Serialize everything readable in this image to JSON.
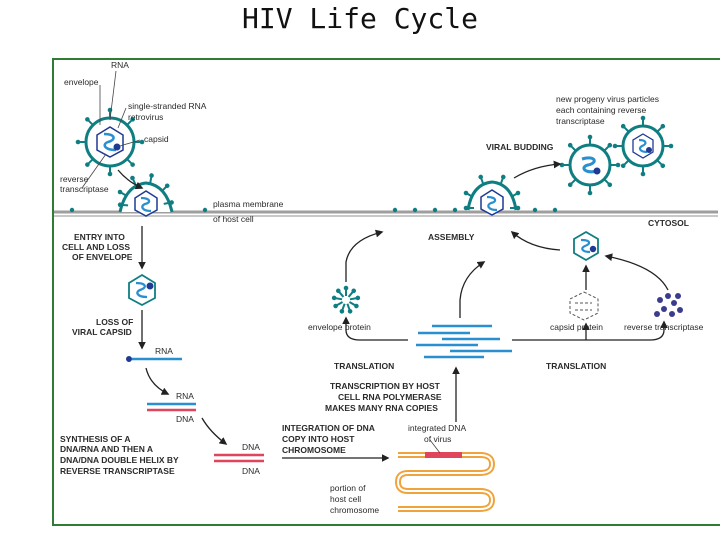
{
  "title": "HIV Life Cycle",
  "labels": {
    "rna_top": "RNA",
    "envelope": "envelope",
    "ss_line1": "single-stranded RNA",
    "ss_line2": "retrovirus",
    "capsid": "capsid",
    "rt_line1": "reverse",
    "rt_line2": "transcriptase",
    "pm_line1": "plasma membrane",
    "pm_line2": "of host cell",
    "cytosol": "CYTOSOL",
    "entry_line1": "ENTRY INTO",
    "entry_line2": "CELL AND LOSS",
    "entry_line3": "OF ENVELOPE",
    "loss_line1": "LOSS OF",
    "loss_line2": "VIRAL CAPSID",
    "rna_mid": "RNA",
    "rna_hyb": "RNA",
    "dna_hyb": "DNA",
    "synth_line1": "SYNTHESIS OF A",
    "synth_line2": "DNA/RNA AND THEN A",
    "synth_line3": "DNA/DNA DOUBLE HELIX BY",
    "synth_line4": "REVERSE TRANSCRIPTASE",
    "dna_a": "DNA",
    "dna_b": "DNA",
    "integ_line1": "INTEGRATION OF DNA",
    "integ_line2": "COPY INTO HOST",
    "integ_line3": "CHROMOSOME",
    "integ_dna_line1": "integrated DNA",
    "integ_dna_line2": "of virus",
    "portion_line1": "portion of",
    "portion_line2": "host cell",
    "portion_line3": "chromosome",
    "trans_host_line1": "TRANSCRIPTION BY HOST",
    "trans_host_line2": "CELL RNA POLYMERASE",
    "trans_host_line3": "MAKES MANY RNA COPIES",
    "translation_left": "TRANSLATION",
    "translation_right": "TRANSLATION",
    "envelope_protein": "envelope protein",
    "capsid_protein": "capsid protein",
    "reverse_transcriptase": "reverse transcriptase",
    "assembly": "ASSEMBLY",
    "viral_budding": "VIRAL BUDDING",
    "progeny_line1": "new progeny virus particles",
    "progeny_line2": "each containing reverse",
    "progeny_line3": "transcriptase"
  },
  "colors": {
    "frame": "#2e7d32",
    "membrane": "#9e9e9e",
    "virus_teal": "#0f7e82",
    "virus_navy": "#1f3a93",
    "rna_blue": "#2a8fd0",
    "dna_red": "#e0455e",
    "chromosome": "#f0a33a",
    "arrow": "#222222"
  }
}
